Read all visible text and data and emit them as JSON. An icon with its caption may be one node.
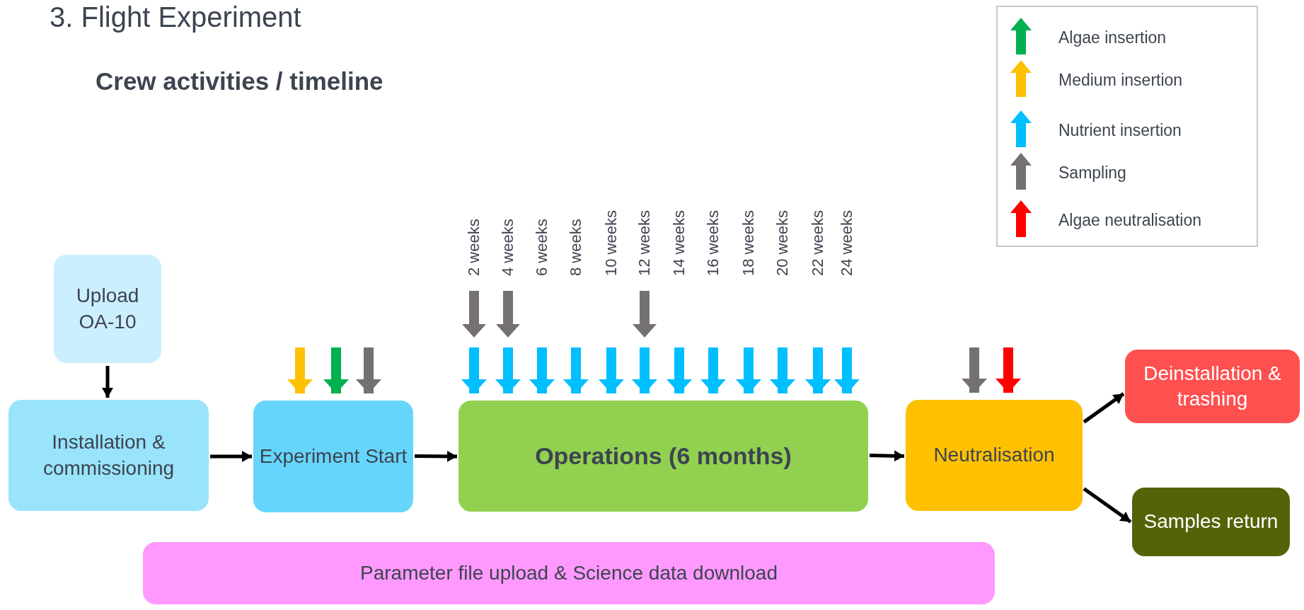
{
  "diagram": {
    "title": "3. Flight Experiment",
    "nodes": [
      {
        "text": [
          "Upload OA-10"
        ]
      },
      {
        "text": [
          "Installation & commissioning"
        ]
      },
      {
        "text": [
          "Experiment Start"
        ]
      },
      {
        "text": [
          "Operations (6 months)"
        ]
      },
      {
        "text": [
          "Neutralisation"
        ]
      },
      {
        "text": [
          "Deinstallation & trashing"
        ]
      },
      {
        "text": [
          "Samples return"
        ]
      },
      {
        "text": [
          "Parameter file upload & Science data download"
        ]
      }
    ],
    "edges": [
      {
        "from": 0,
        "to": 1,
        "arrow": "to",
        "color": "#000000"
      },
      {
        "from": 1,
        "to": 2,
        "arrow": "to",
        "color": "#000000"
      },
      {
        "from": 2,
        "to": 3,
        "arrow": "to",
        "color": "#000000"
      },
      {
        "from": 3,
        "to": 4,
        "arrow": "to",
        "color": "#000000"
      },
      {
        "from": 4,
        "to": 5,
        "arrow": "to",
        "color": "#000000"
      },
      {
        "from": 4,
        "to": 6,
        "arrow": "to",
        "color": "#000000"
      },
      {
        "from": null,
        "to": 2,
        "arrow": "to",
        "color": "#ffc000"
      },
      {
        "from": null,
        "to": 2,
        "arrow": "to",
        "color": "#00b050"
      },
      {
        "from": null,
        "to": 2,
        "arrow": "to",
        "color": "#767171"
      },
      {
        "from": null,
        "to": 3,
        "arrow": "to",
        "color": "#00bfff"
      },
      {
        "from": null,
        "to": 3,
        "arrow": "to",
        "color": "#00bfff"
      },
      {
        "from": null,
        "to": 3,
        "arrow": "to",
        "color": "#00bfff"
      },
      {
        "from": null,
        "to": 3,
        "arrow": "to",
        "color": "#00bfff"
      },
      {
        "from": null,
        "to": 3,
        "arrow": "to",
        "color": "#00bfff"
      },
      {
        "from": null,
        "to": 3,
        "arrow": "to",
        "color": "#00bfff"
      },
      {
        "from": null,
        "to": 3,
        "arrow": "to",
        "color": "#00bfff"
      },
      {
        "from": null,
        "to": 3,
        "arrow": "to",
        "color": "#00bfff"
      },
      {
        "from": null,
        "to": 3,
        "arrow": "to",
        "color": "#00bfff"
      },
      {
        "from": null,
        "to": 3,
        "arrow": "to",
        "color": "#00bfff"
      },
      {
        "from": null,
        "to": 3,
        "arrow": "to",
        "color": "#00bfff"
      },
      {
        "from": null,
        "to": 3,
        "arrow": "to",
        "color": "#00bfff"
      },
      {
        "from": null,
        "to": 4,
        "arrow": "to",
        "color": "#767171"
      },
      {
        "from": null,
        "to": 4,
        "arrow": "to",
        "color": "#ff0000"
      }
    ],
    "labels": [
      "Crew activities / timeline",
      "2 weeks",
      "4 weeks",
      "6 weeks",
      "8 weeks",
      "10 weeks",
      "12 weeks",
      "14 weeks",
      "16 weeks",
      "18 weeks",
      "20 weeks",
      "22 weeks",
      "24 weeks"
    ],
    "legend": [
      {
        "text": "Algae insertion",
        "color": "#00b050"
      },
      {
        "text": "Medium insertion",
        "color": "#ffc000"
      },
      {
        "text": "Nutrient insertion",
        "color": "#00bfff"
      },
      {
        "text": "Sampling",
        "color": "#767171"
      },
      {
        "text": "Algae neutralisation",
        "color": "#ff0000"
      }
    ]
  }
}
